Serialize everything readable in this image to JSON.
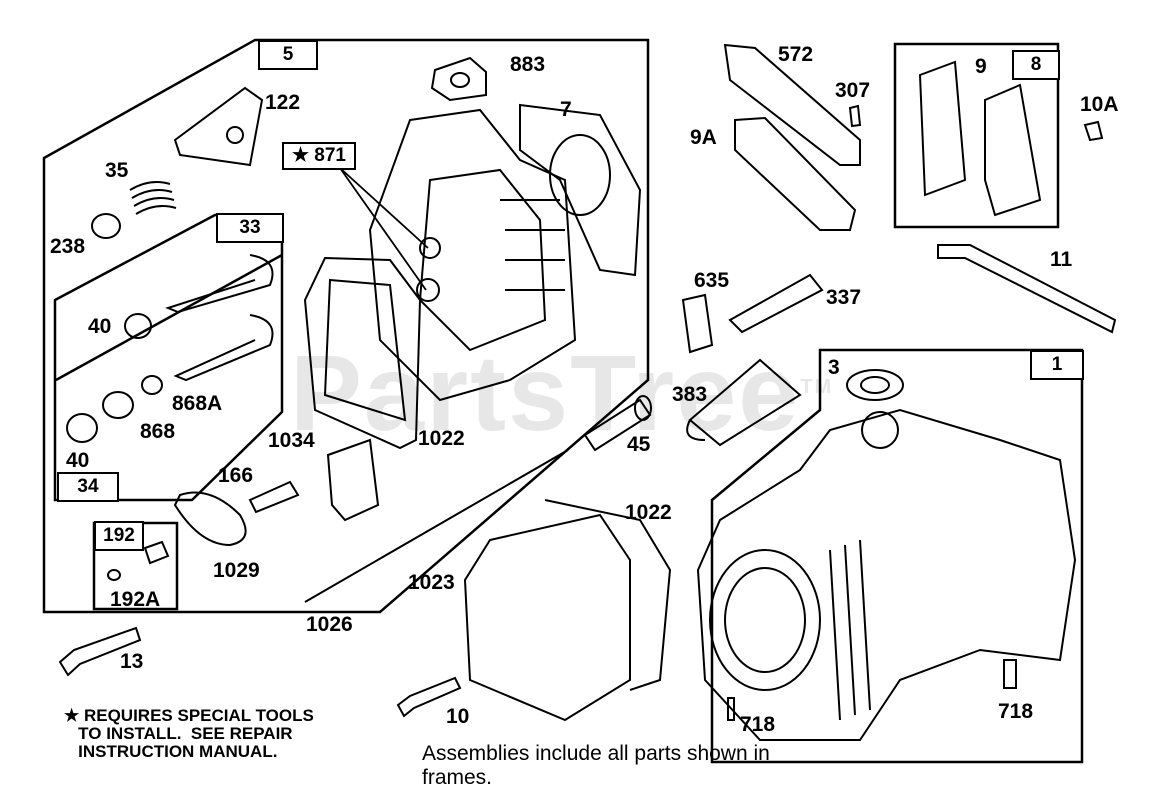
{
  "watermark": {
    "text": "PartsTree",
    "tm": "TM"
  },
  "callouts": {
    "c883": "883",
    "c7": "7",
    "c122": "122",
    "c35": "35",
    "c238": "238",
    "c871": "★ 871",
    "c40a": "40",
    "c868a": "868A",
    "c868": "868",
    "c40b": "40",
    "c1034": "1034",
    "c1022a": "1022",
    "c166": "166",
    "c1029": "1029",
    "c192a": "192A",
    "c13": "13",
    "c1026": "1026",
    "c1023": "1023",
    "c1022b": "1022",
    "c10": "10",
    "c572": "572",
    "c307": "307",
    "c9a": "9A",
    "c9": "9",
    "c10a": "10A",
    "c11": "11",
    "c635": "635",
    "c337": "337",
    "c383": "383",
    "c45": "45",
    "c3": "3",
    "c718a": "718",
    "c718b": "718"
  },
  "frames": {
    "f5": "5",
    "f33": "33",
    "f34": "34",
    "f192": "192",
    "f8": "8",
    "f1": "1"
  },
  "notes": {
    "special_tools": "★ REQUIRES SPECIAL TOOLS\n   TO INSTALL.  SEE REPAIR\n   INSTRUCTION MANUAL.",
    "assemblies": "Assemblies include all parts shown in\nframes."
  }
}
